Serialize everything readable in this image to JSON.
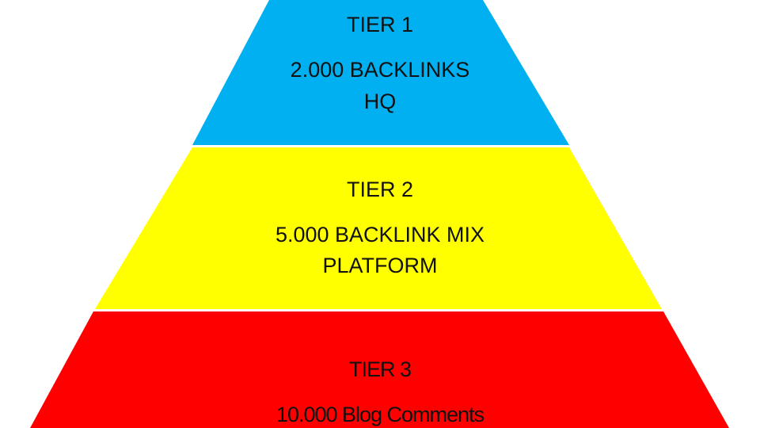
{
  "colors": {
    "tier1": "#00B0F0",
    "tier2": "#FFFF00",
    "tier3": "#FF0000"
  },
  "tiers": [
    {
      "title": "TIER 1",
      "line1": "2.000 BACKLINKS",
      "line2": "HQ"
    },
    {
      "title": "TIER 2",
      "line1": "5.000 BACKLINK MIX",
      "line2": "PLATFORM"
    },
    {
      "title": "TIER 3",
      "line1": "10.000 Blog Comments"
    }
  ]
}
